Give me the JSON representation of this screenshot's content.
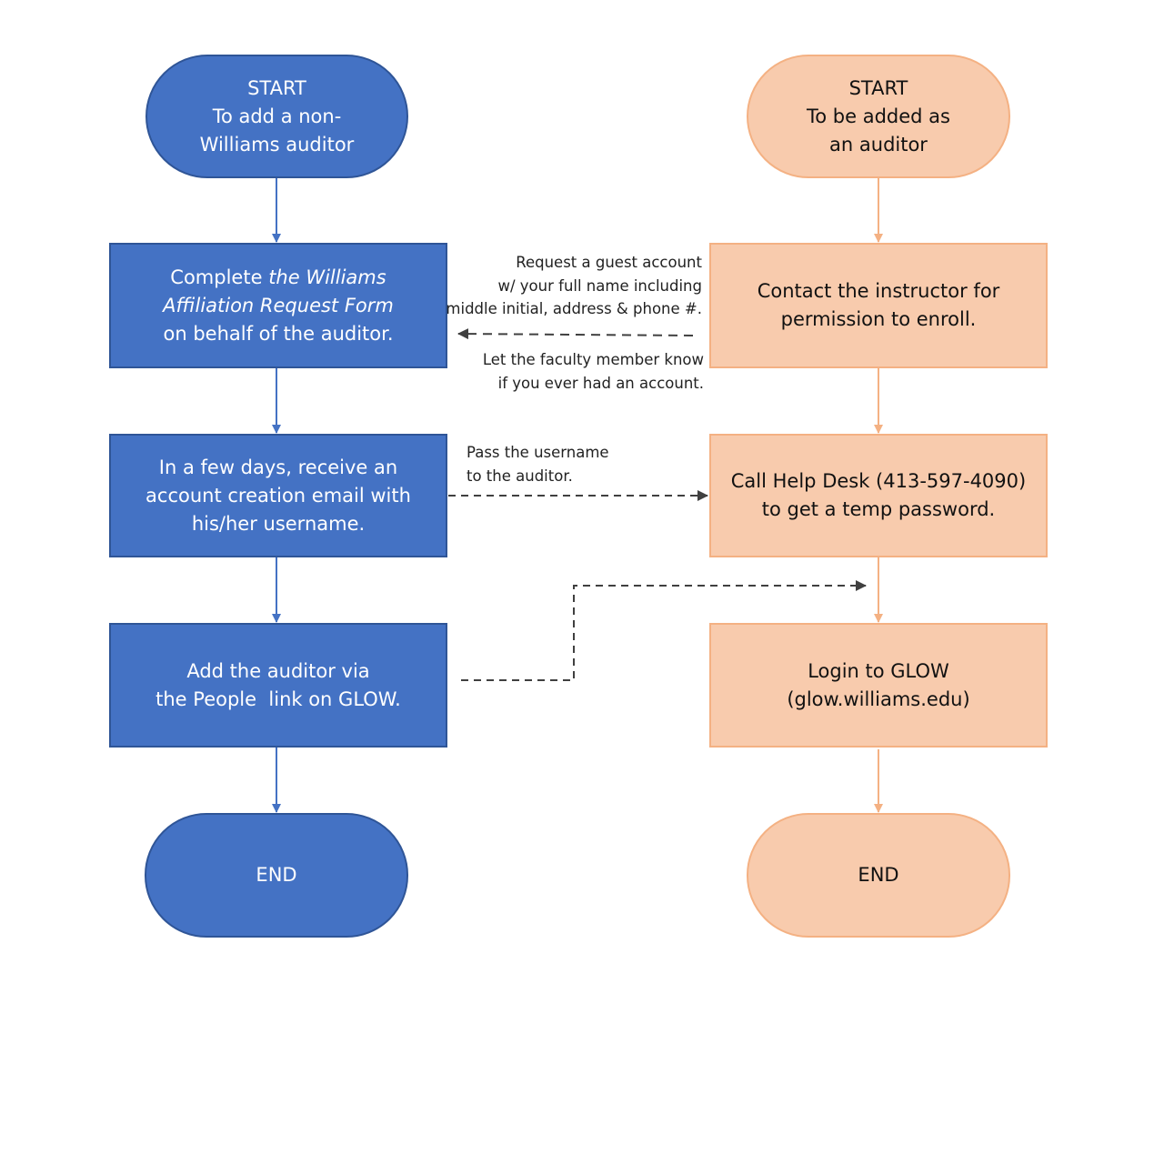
{
  "colors": {
    "blue_fill": "#4472c4",
    "blue_border": "#2f5597",
    "peach_fill": "#f8cbad",
    "peach_border": "#f4b183",
    "dashed_connector": "#404040"
  },
  "left_flow": {
    "start": {
      "lines": [
        "START",
        "To add a non-",
        "Williams auditor"
      ]
    },
    "step1": {
      "line1_prefix": "Complete ",
      "line1_italic": "the Williams",
      "line2_italic": "Affiliation Request Form",
      "line3": "on behalf of the auditor."
    },
    "step2": {
      "lines": [
        "In a few days, receive an",
        "account creation email with",
        "his/her username."
      ]
    },
    "step3": {
      "lines": [
        "Add the auditor via",
        "the People  link on GLOW."
      ]
    },
    "end": {
      "label": "END"
    }
  },
  "right_flow": {
    "start": {
      "lines": [
        "START",
        "To be added as",
        "an auditor"
      ]
    },
    "step1": {
      "lines": [
        "Contact the instructor for",
        "permission to enroll."
      ]
    },
    "step2": {
      "lines": [
        "Call Help Desk (413-597-4090)",
        "to get a temp password."
      ]
    },
    "step3": {
      "lines": [
        "Login to GLOW",
        "(glow.williams.edu)"
      ]
    },
    "end": {
      "label": "END"
    }
  },
  "annotations": {
    "request": [
      "Request a guest account",
      "w/ your full name including",
      "middle initial, address & phone #."
    ],
    "prior_account": [
      "Let the faculty member know",
      "if you ever had an account."
    ],
    "pass_username": [
      "Pass the username",
      "to the auditor."
    ]
  }
}
